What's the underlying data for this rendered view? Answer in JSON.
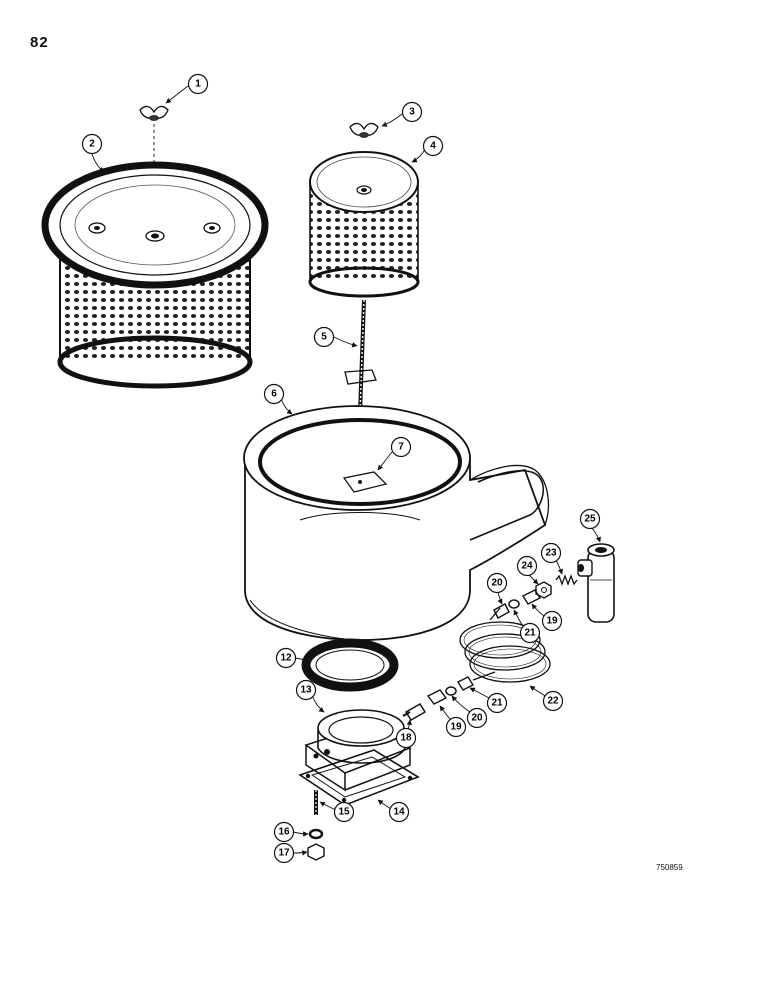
{
  "page": {
    "number": "82",
    "figure_code": "750859"
  },
  "callouts": [
    "1",
    "2",
    "3",
    "4",
    "5",
    "6",
    "7",
    "12",
    "13",
    "14",
    "15",
    "16",
    "17",
    "18",
    "19",
    "20",
    "21",
    "22",
    "23",
    "24",
    "25",
    "20",
    "21",
    "19"
  ]
}
